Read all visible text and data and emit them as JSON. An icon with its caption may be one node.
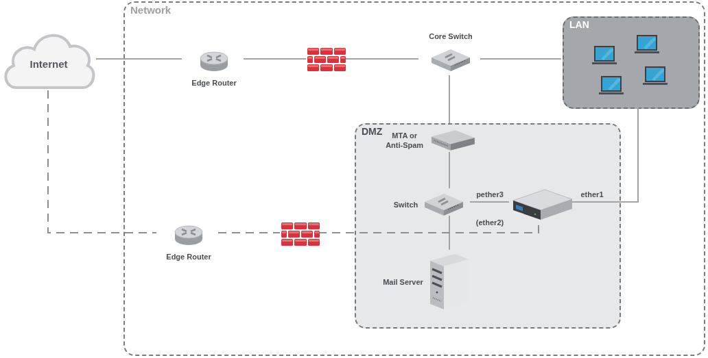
{
  "diagram": {
    "nodes": [
      {
        "text": [
          "Network"
        ]
      },
      {
        "text": [
          "LAN"
        ],
        "in": 0
      },
      {
        "text": [
          "DMZ"
        ],
        "in": 0
      },
      {
        "text": [
          "Internet"
        ]
      },
      {
        "text": [
          "Edge Router"
        ],
        "in": 0
      },
      {
        "text": [],
        "shape": "wall",
        "in": 0
      },
      {
        "text": [
          "Core Switch"
        ],
        "in": 0
      },
      {
        "text": [
          "MTA or Anti-Spam"
        ],
        "in": 2
      },
      {
        "text": [
          "Switch"
        ],
        "in": 2
      },
      {
        "text": [],
        "shape": "picture",
        "in": 2
      },
      {
        "text": [
          "Mail Server"
        ],
        "in": 2
      },
      {
        "text": [
          "Edge Router"
        ],
        "in": 0
      },
      {
        "text": [],
        "shape": "wall",
        "in": 0
      }
    ],
    "edges": [
      {
        "from": 3,
        "to": 4,
        "arrow": "none"
      },
      {
        "from": 4,
        "to": 5,
        "arrow": "none"
      },
      {
        "from": 5,
        "to": 6,
        "arrow": "none"
      },
      {
        "from": 6,
        "to": 1,
        "arrow": "none"
      },
      {
        "from": 6,
        "to": 7,
        "arrow": "none"
      },
      {
        "from": 7,
        "to": 8,
        "arrow": "none"
      },
      {
        "from": 8,
        "to": 9,
        "arrow": "none",
        "label": "pether3"
      },
      {
        "from": 9,
        "to": 1,
        "arrow": "none",
        "label": "ether1"
      },
      {
        "from": 8,
        "to": 10,
        "arrow": "none"
      },
      {
        "from": 3,
        "to": 11,
        "arrow": "none",
        "style": "dashed"
      },
      {
        "from": 11,
        "to": 12,
        "arrow": "none",
        "style": "dashed"
      },
      {
        "from": 12,
        "to": 9,
        "arrow": "none",
        "style": "dashed",
        "label": "(ether2)"
      }
    ]
  }
}
